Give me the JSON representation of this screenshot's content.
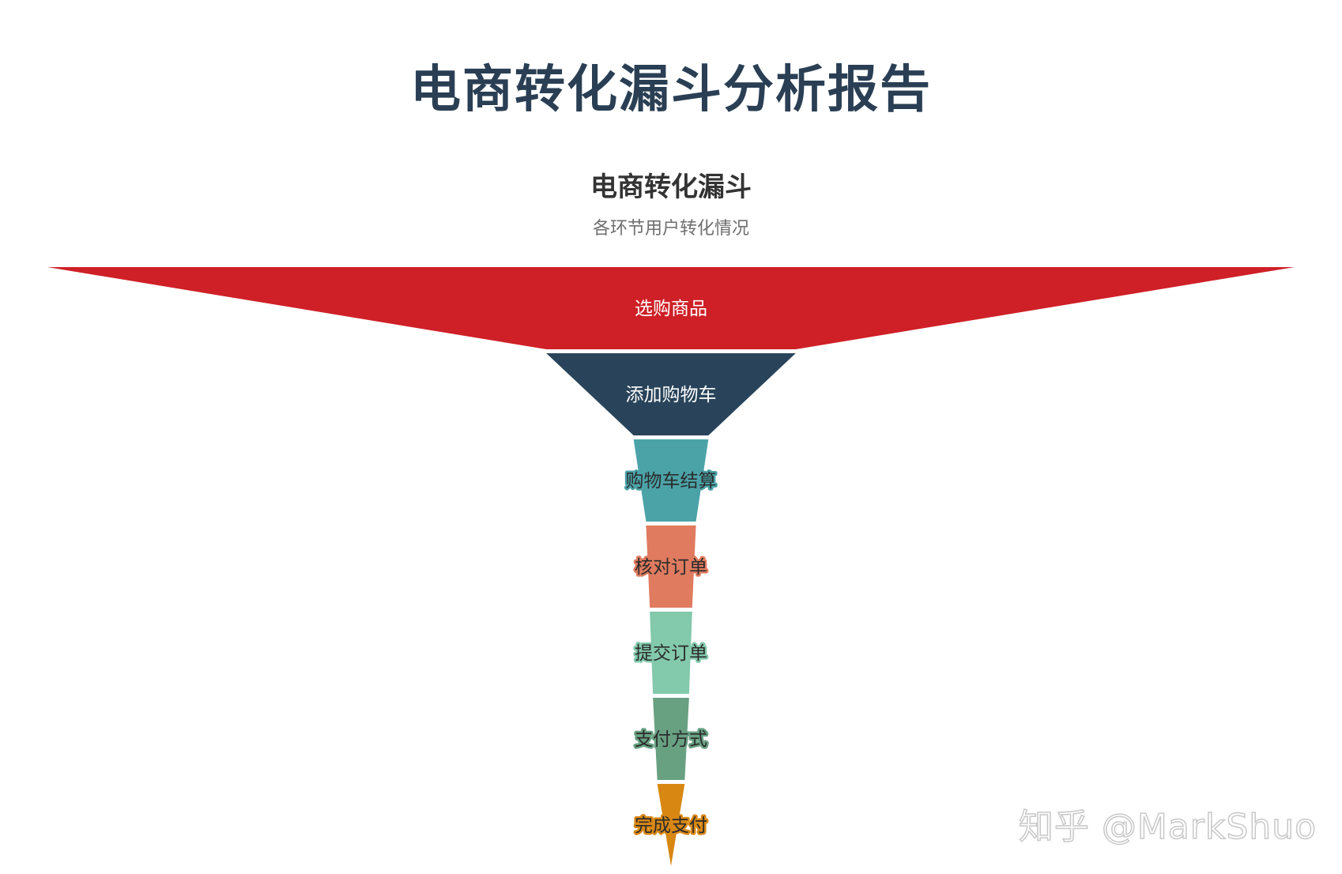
{
  "report": {
    "title": "电商转化漏斗分析报告"
  },
  "chart_data": {
    "type": "funnel",
    "title": "电商转化漏斗",
    "subtitle": "各环节用户转化情况",
    "stages": [
      {
        "name": "选购商品",
        "value": 100,
        "color": "#cf2027"
      },
      {
        "name": "添加购物车",
        "value": 20,
        "color": "#29445a"
      },
      {
        "name": "购物车结算",
        "value": 6,
        "color": "#4ba3a8"
      },
      {
        "name": "核对订单",
        "value": 4,
        "color": "#e07b5f"
      },
      {
        "name": "提交订单",
        "value": 3.4,
        "color": "#83c9ac"
      },
      {
        "name": "支付方式",
        "value": 2.9,
        "color": "#68a182"
      },
      {
        "name": "完成支付",
        "value": 2.2,
        "color": "#d88713"
      }
    ]
  },
  "watermark": "知乎 @MarkShuo"
}
